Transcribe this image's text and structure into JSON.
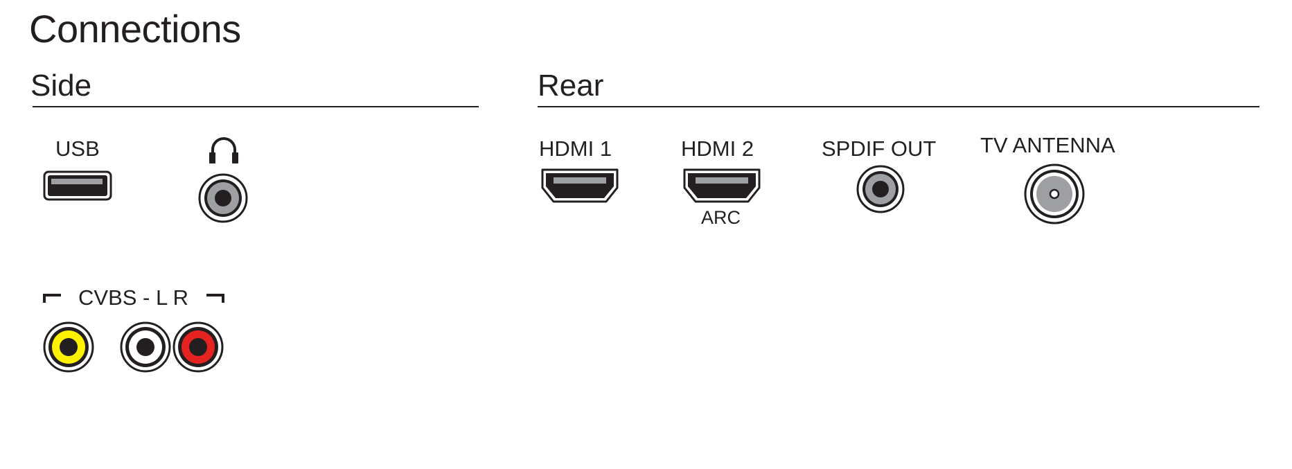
{
  "title": "Connections",
  "sections": {
    "side": {
      "heading": "Side"
    },
    "rear": {
      "heading": "Rear"
    }
  },
  "ports": {
    "usb": {
      "label": "USB"
    },
    "headphone": {
      "icon": "headphone-icon"
    },
    "hdmi1": {
      "label": "HDMI 1"
    },
    "hdmi2": {
      "label": "HDMI 2",
      "sublabel": "ARC"
    },
    "spdif": {
      "label": "SPDIF OUT"
    },
    "antenna": {
      "label": "TV ANTENNA"
    },
    "av": {
      "label": "CVBS - L R"
    }
  },
  "colors": {
    "ink": "#231f20",
    "cvbs_yellow": "#fff200",
    "audio_white": "#ffffff",
    "audio_red": "#e52421",
    "socket_grey": "#9d9fa2"
  }
}
